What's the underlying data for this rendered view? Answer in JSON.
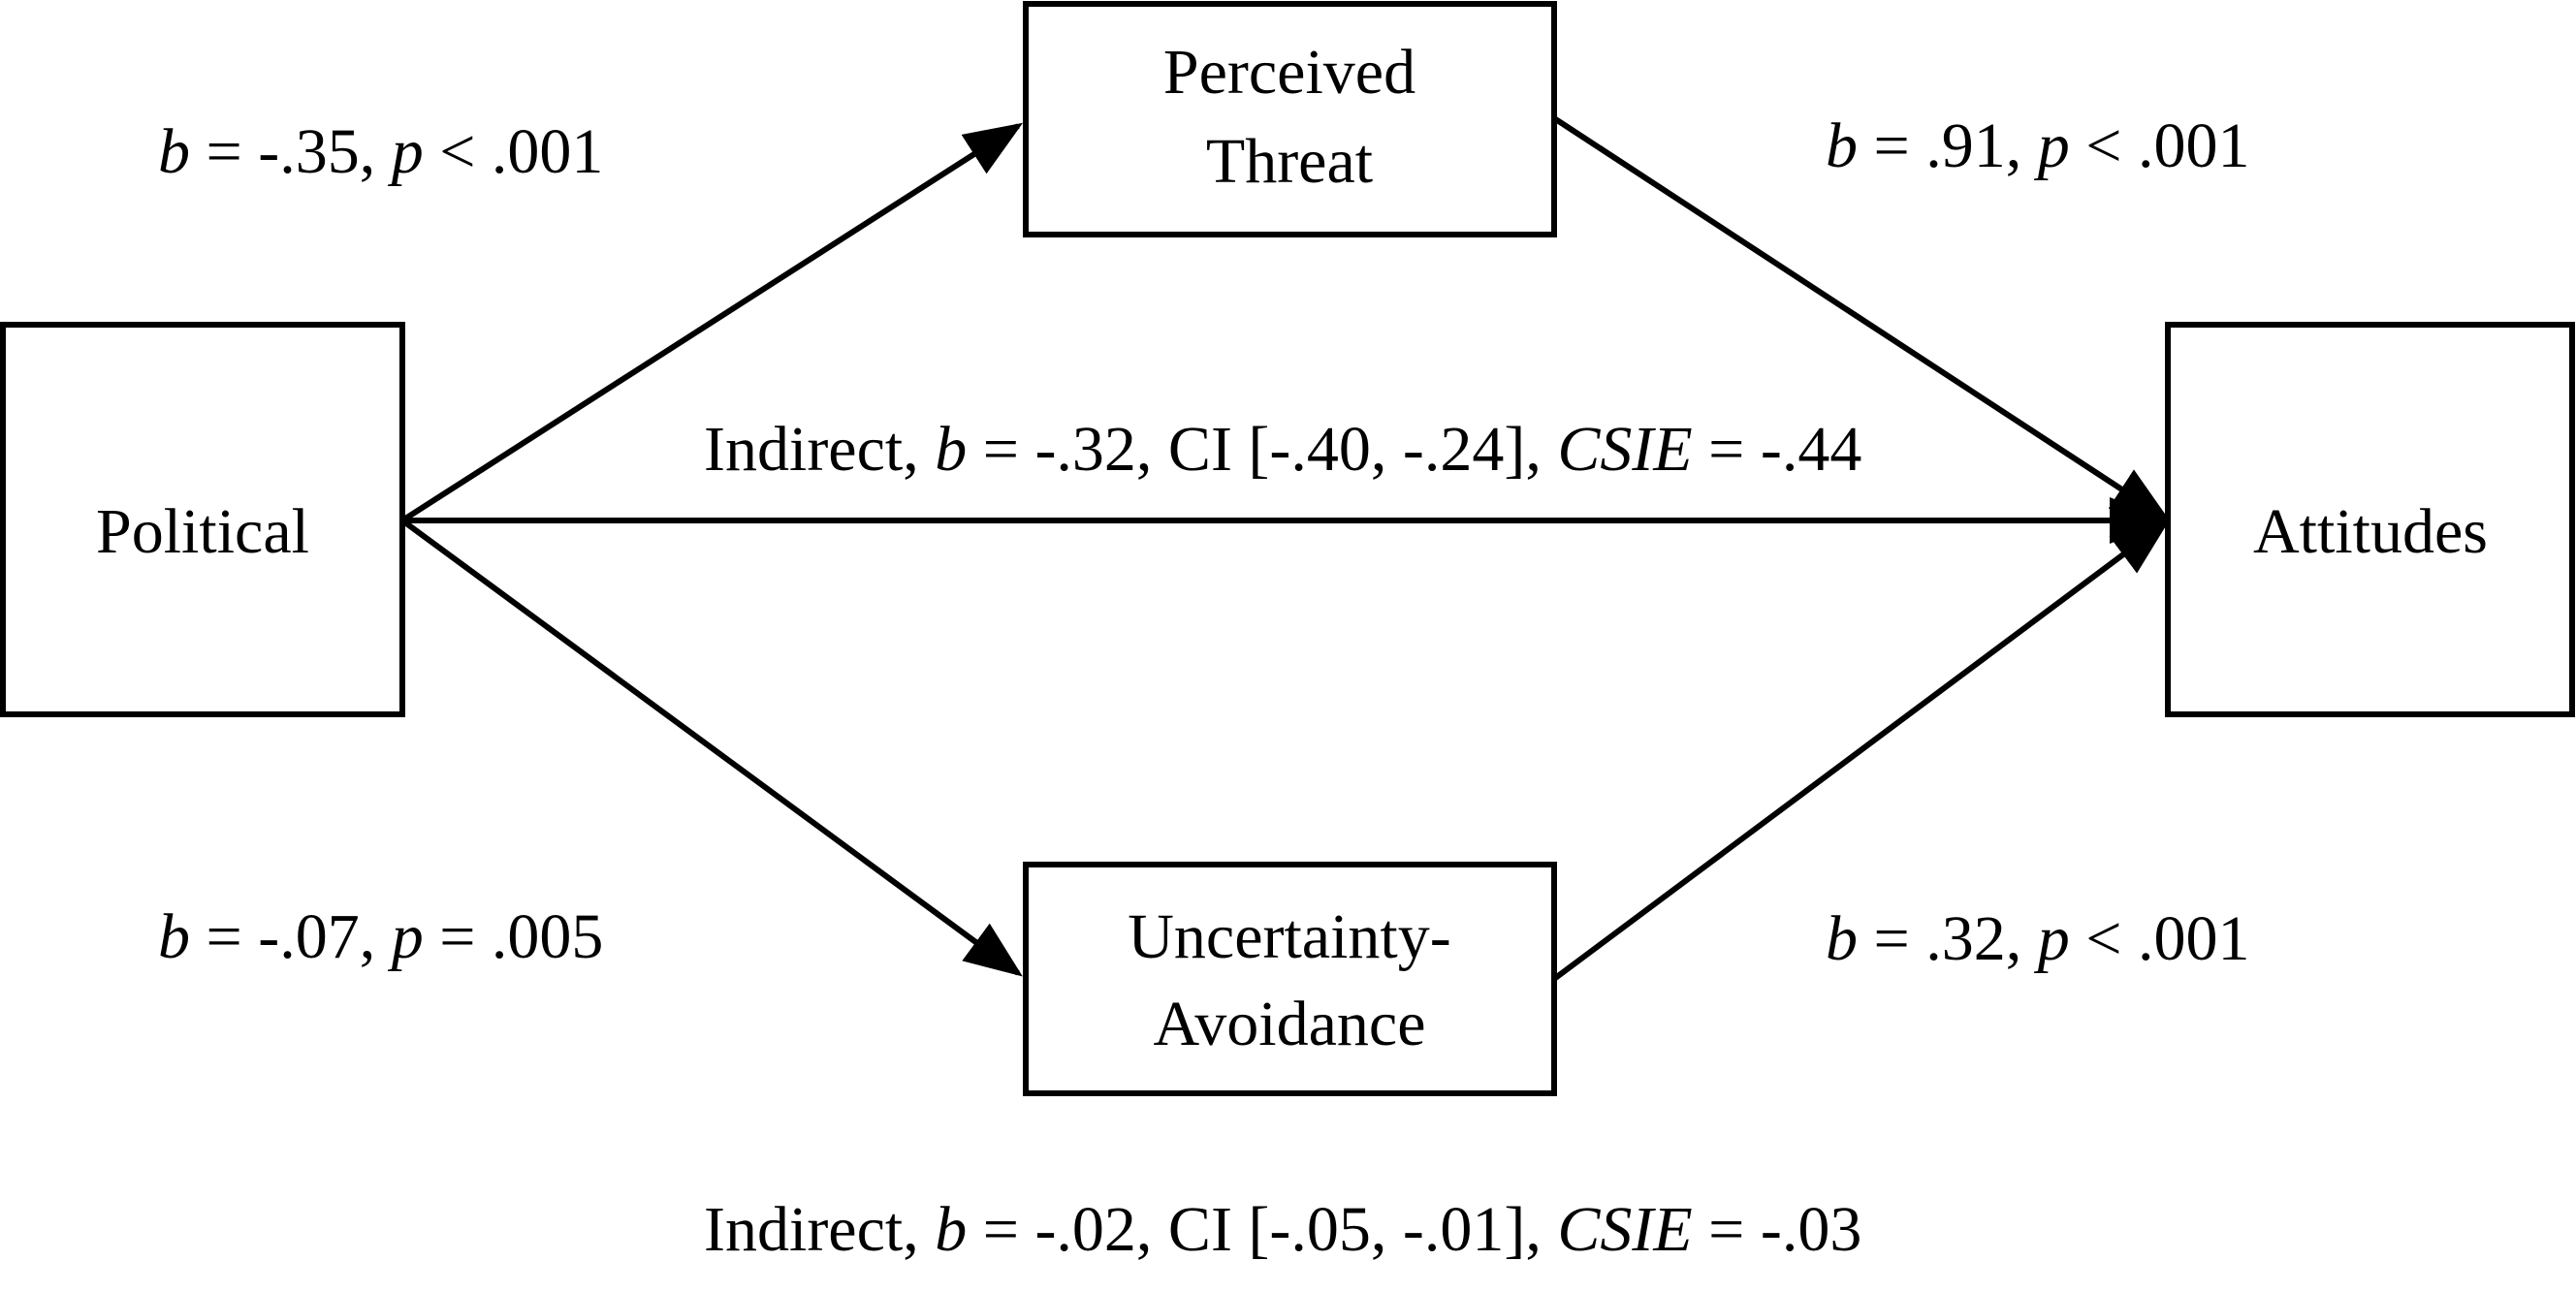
{
  "nodes": {
    "political": {
      "label": "Political"
    },
    "threat": {
      "line1": "Perceived",
      "line2": "Threat"
    },
    "uncertainty": {
      "line1": "Uncertainty-",
      "line2": "Avoidance"
    },
    "attitudes": {
      "label": "Attitudes"
    }
  },
  "paths": {
    "a1": {
      "b_sym": "b",
      "b_val": " = -.35, ",
      "p_sym": "p",
      "p_val": " < .001"
    },
    "b1": {
      "b_sym": "b",
      "b_val": " = .91, ",
      "p_sym": "p",
      "p_val": " < .001"
    },
    "a2": {
      "b_sym": "b",
      "b_val": " = -.07, ",
      "p_sym": "p",
      "p_val": " = .005"
    },
    "b2": {
      "b_sym": "b",
      "b_val": " = .32, ",
      "p_sym": "p",
      "p_val": " < .001"
    }
  },
  "indirect": {
    "threat": {
      "prefix": "Indirect, ",
      "b_sym": "b",
      "b_val": " = -.32, CI [-.40, -.24], ",
      "csie_sym": "CSIE",
      "csie_val": " = -.44"
    },
    "uncertainty": {
      "prefix": "Indirect, ",
      "b_sym": "b",
      "b_val": " = -.02, CI [-.05, -.01], ",
      "csie_sym": "CSIE",
      "csie_val": " = -.03"
    }
  }
}
